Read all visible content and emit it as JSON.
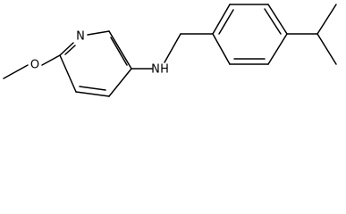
{
  "molecule": {
    "atom_labels": {
      "pyridine_n": "N",
      "ether_o": "O",
      "amine_n": "N",
      "amine_h": "H"
    }
  }
}
